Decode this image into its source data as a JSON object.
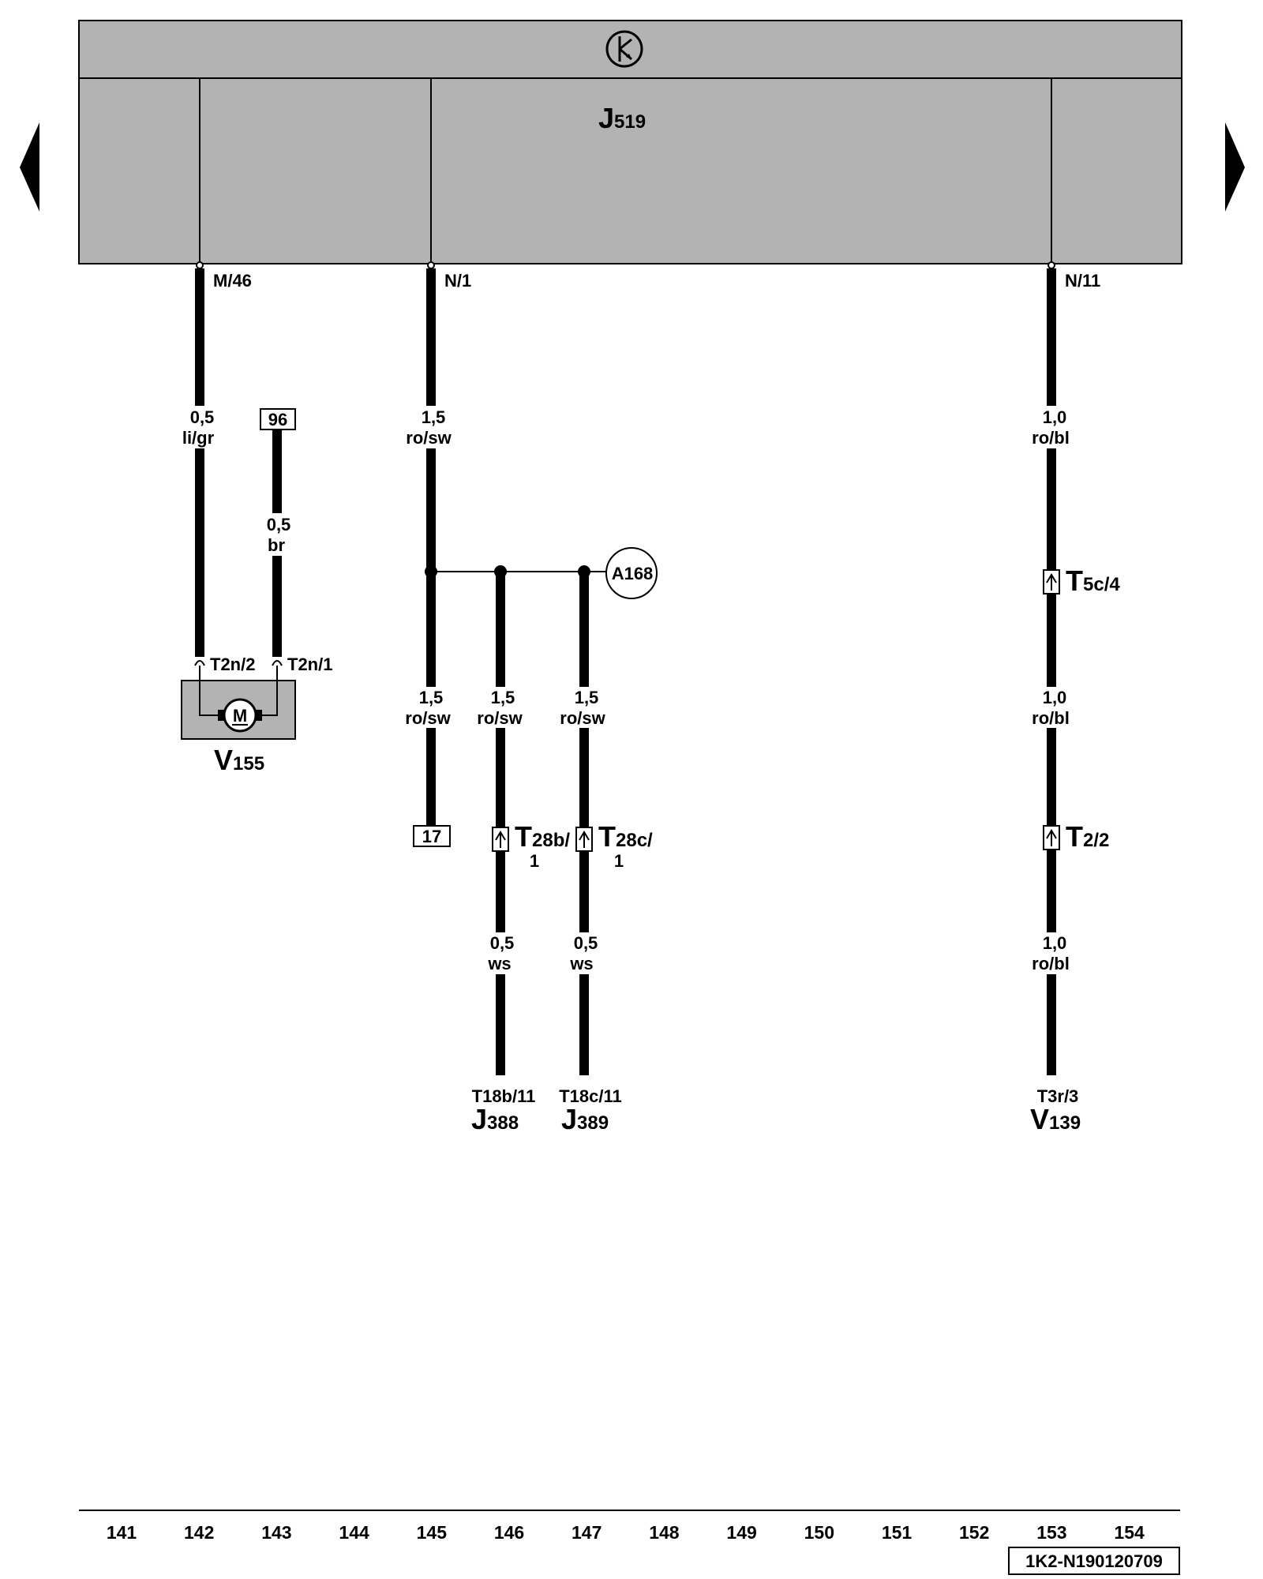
{
  "control_unit": {
    "name": "J",
    "sub": "519"
  },
  "pins": {
    "m46": "M/46",
    "n1": "N/1",
    "n11": "N/11"
  },
  "wires": {
    "w1": {
      "size": "0,5",
      "color": "li/gr"
    },
    "w2": {
      "size": "0,5",
      "color": "br"
    },
    "w3": {
      "size": "1,5",
      "color": "ro/sw"
    },
    "w4": {
      "size": "1,5",
      "color": "ro/sw"
    },
    "w5": {
      "size": "1,5",
      "color": "ro/sw"
    },
    "w6": {
      "size": "1,5",
      "color": "ro/sw"
    },
    "w7": {
      "size": "0,5",
      "color": "ws"
    },
    "w8": {
      "size": "0,5",
      "color": "ws"
    },
    "w9": {
      "size": "1,0",
      "color": "ro/bl"
    },
    "w10": {
      "size": "1,0",
      "color": "ro/bl"
    },
    "w11": {
      "size": "1,0",
      "color": "ro/bl"
    }
  },
  "refs": {
    "ref96": "96",
    "ref17": "17"
  },
  "splice": "A168",
  "connectors": {
    "t2n2": "T2n/2",
    "t2n1": "T2n/1",
    "t28b_main": "T",
    "t28b_sub": "28b/",
    "t28b_pin": "1",
    "t28c_main": "T",
    "t28c_sub": "28c/",
    "t28c_pin": "1",
    "t5c_main": "T",
    "t5c_sub": "5c/4",
    "t2_main": "T",
    "t2_sub": "2/2"
  },
  "motor": {
    "symbol": "M",
    "name": "V",
    "sub": "155"
  },
  "targets": {
    "j388": {
      "pin": "T18b/11",
      "name": "J",
      "sub": "388"
    },
    "j389": {
      "pin": "T18c/11",
      "name": "J",
      "sub": "389"
    },
    "v139": {
      "pin": "T3r/3",
      "name": "V",
      "sub": "139"
    }
  },
  "columns": [
    "141",
    "142",
    "143",
    "144",
    "145",
    "146",
    "147",
    "148",
    "149",
    "150",
    "151",
    "152",
    "153",
    "154"
  ],
  "doc_id": "1K2-N190120709"
}
